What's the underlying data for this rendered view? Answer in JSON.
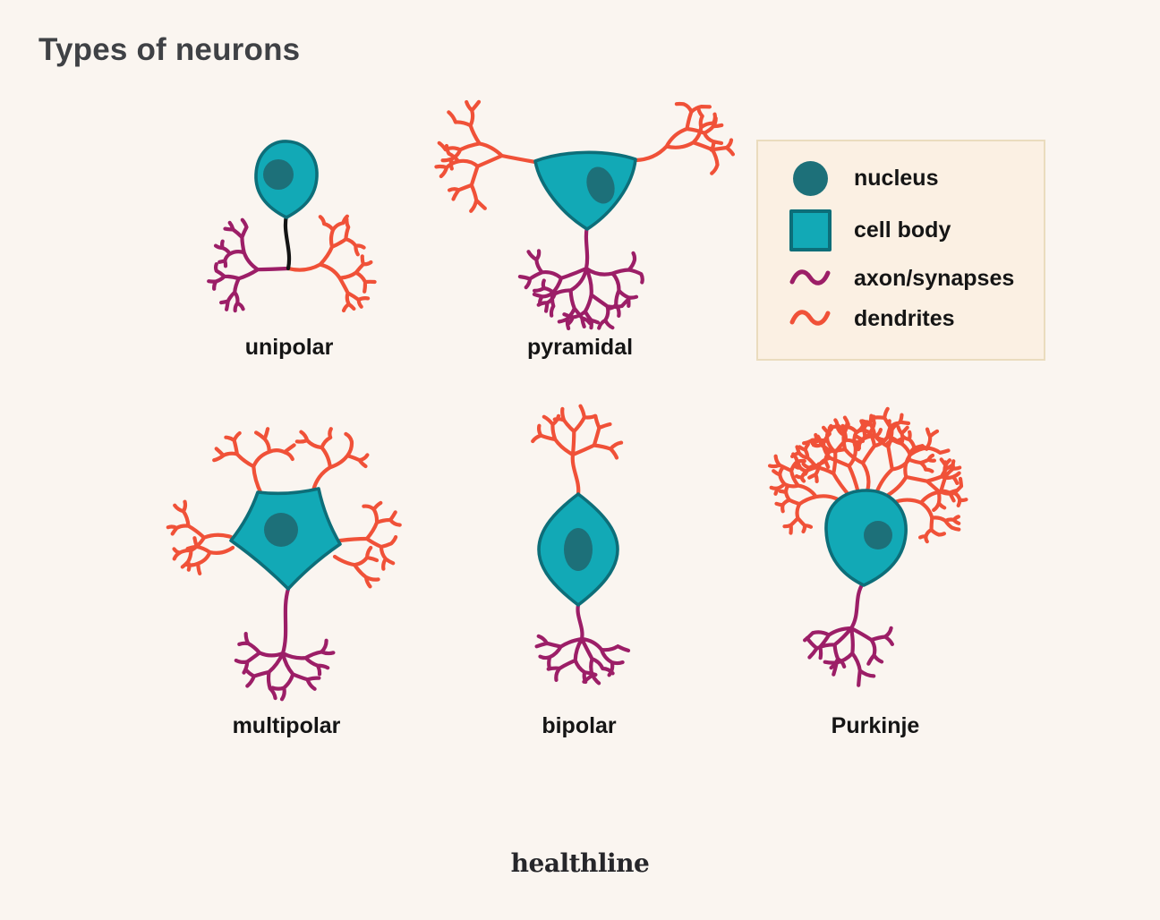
{
  "title": "Types of neurons",
  "brand": {
    "logo_text": "healthline"
  },
  "legend": {
    "items": [
      {
        "id": "nucleus",
        "label": "nucleus",
        "icon": "teal-filled-circle"
      },
      {
        "id": "cell-body",
        "label": "cell body",
        "icon": "teal-square"
      },
      {
        "id": "axon-synapses",
        "label": "axon/synapses",
        "icon": "purple-wave"
      },
      {
        "id": "dendrites",
        "label": "dendrites",
        "icon": "orange-wave"
      }
    ]
  },
  "neurons": [
    {
      "id": "unipolar",
      "label": "unipolar"
    },
    {
      "id": "pyramidal",
      "label": "pyramidal"
    },
    {
      "id": "multipolar",
      "label": "multipolar"
    },
    {
      "id": "bipolar",
      "label": "bipolar"
    },
    {
      "id": "purkinje",
      "label": "Purkinje"
    }
  ],
  "colors": {
    "background": "#FAF5F0",
    "title_text": "#3F4145",
    "label_text": "#151515",
    "cell_body": "#12A9B6",
    "cell_body_outline": "#0D6E79",
    "nucleus": "#1D7079",
    "axon_synapses": "#9C1E67",
    "dendrites": "#F05138",
    "unipolar_stalk": "#141414",
    "legend_background": "#FBF0E3",
    "legend_border": "#EADCBE"
  }
}
